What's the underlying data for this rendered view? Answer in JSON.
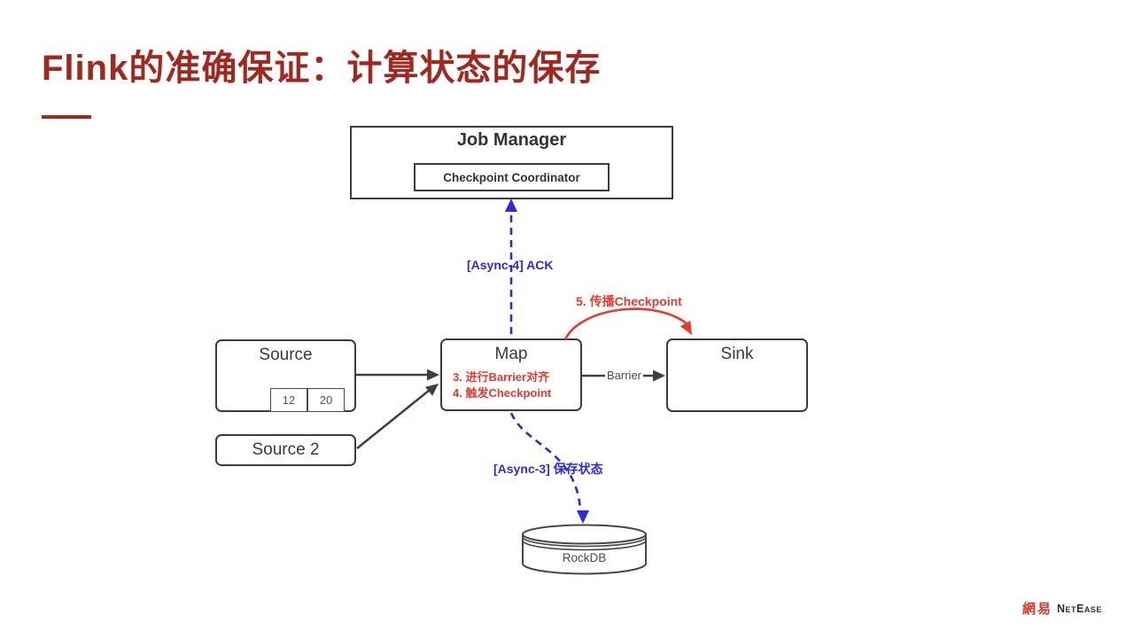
{
  "slide": {
    "title": "Flink的准确保证：计算状态的保存",
    "title_color": "#A0281E"
  },
  "diagram": {
    "job_manager": {
      "label": "Job Manager",
      "sub_label": "Checkpoint Coordinator"
    },
    "source": {
      "label": "Source",
      "cells": [
        "12",
        "20"
      ]
    },
    "source2": {
      "label": "Source 2"
    },
    "map": {
      "label": "Map",
      "notes": [
        "3. 进行Barrier对齐",
        "4. 触发Checkpoint"
      ]
    },
    "sink": {
      "label": "Sink"
    },
    "rockdb": {
      "label": "RockDB"
    },
    "edges": {
      "ack_label": "[Async-4] ACK",
      "propagate_label": "5. 传播Checkpoint",
      "barrier_label": "Barrier",
      "save_state_label": "[Async-3] 保存状态"
    },
    "colors": {
      "accent_blue": "#2B2BE0",
      "accent_red": "#E8392E",
      "outline": "#3F3F3F"
    }
  },
  "footer": {
    "logo_cn": "網易",
    "logo_en": "NetEase"
  }
}
